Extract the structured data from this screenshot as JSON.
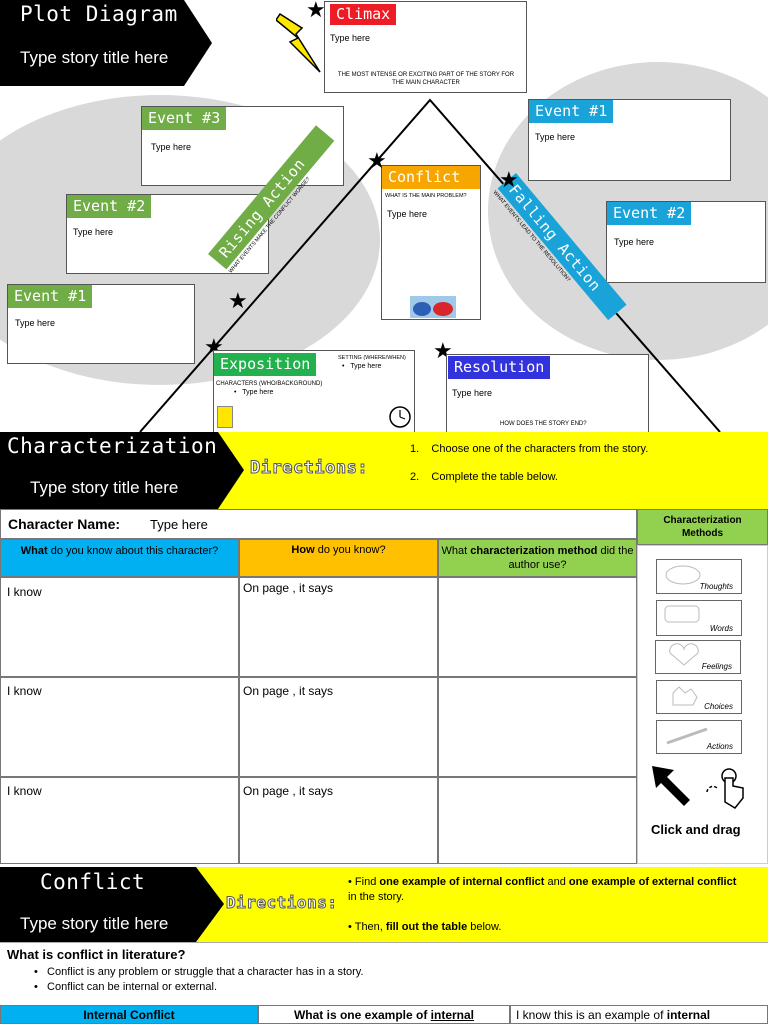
{
  "plot": {
    "title": "Plot Diagram",
    "story_title": "Type story title here",
    "climax": {
      "label": "Climax",
      "text": "Type here",
      "desc": "THE MOST INTENSE OR EXCITING PART OF THE STORY FOR THE MAIN CHARACTER"
    },
    "conflict": {
      "label": "Conflict",
      "desc": "WHAT IS THE MAIN PROBLEM?",
      "text": "Type here"
    },
    "rising_action": {
      "label": "Rising Action",
      "desc": "WHAT EVENTS MAKE THE CONFLICT WORSE?"
    },
    "falling_action": {
      "label": "Falling Action",
      "desc": "WHAT EVENTS LEAD TO THE RESOLUTION?"
    },
    "rising_events": [
      {
        "label": "Event #3",
        "text": "Type here"
      },
      {
        "label": "Event #2",
        "text": "Type here"
      },
      {
        "label": "Event #1",
        "text": "Type here"
      }
    ],
    "falling_events": [
      {
        "label": "Event #1",
        "text": "Type here"
      },
      {
        "label": "Event #2",
        "text": "Type here"
      }
    ],
    "exposition": {
      "label": "Exposition",
      "setting": "SETTING (WHERE/WHEN)",
      "setting_value": "Type here",
      "characters": "CHARACTERS (WHO/BACKGROUND)",
      "characters_value": "Type here"
    },
    "resolution": {
      "label": "Resolution",
      "text": "Type here",
      "desc": "HOW DOES THE STORY END?"
    }
  },
  "characterization": {
    "title": "Characterization",
    "story_title": "Type story title here",
    "directions_label": "Directions:",
    "directions": [
      "Choose one of the characters from the story.",
      "Complete the table below."
    ],
    "character_name_label": "Character Name:",
    "character_name_value": "Type here",
    "columns": [
      {
        "bold": "What",
        "rest": " do you know about this character?"
      },
      {
        "bold": "How",
        "rest": " do you know?"
      },
      {
        "pre": "What ",
        "bold": "characterization method",
        "rest": " did the author use?"
      }
    ],
    "rows": [
      {
        "know": "I know",
        "page": "On page , it says"
      },
      {
        "know": "I know",
        "page": "On page , it says"
      },
      {
        "know": "I know",
        "page": "On page , it says"
      }
    ],
    "methods_title": "Characterization Methods",
    "methods": [
      "Thoughts",
      "Words",
      "Feelings",
      "Choices",
      "Actions"
    ],
    "click_drag": "Click and drag"
  },
  "conflict_section": {
    "title": "Conflict",
    "story_title": "Type story title here",
    "directions_label": "Directions:",
    "direction_1": {
      "a": "Find ",
      "b": "one example of internal conflict",
      "c": " and ",
      "d": "one example of external conflict",
      "e": " in the story."
    },
    "direction_2": {
      "a": "Then, ",
      "b": "fill out the table",
      "c": " below."
    },
    "question": "What is conflict in literature?",
    "bullets": [
      "Conflict is any problem or struggle that a character has in a story.",
      "Conflict can be internal or external."
    ],
    "table_headers": {
      "first": "Internal Conflict",
      "second_a": "What is one example of ",
      "second_b": "internal",
      "third_a": "I know this is an example of ",
      "third_b": "internal"
    }
  },
  "colors": {
    "climax": "#ee1c24",
    "conflict": "#f7a600",
    "rising": "#70ad47",
    "falling": "#1aa3d9",
    "exposition": "#22b14c",
    "resolution": "#3333dd",
    "yellow": "#ffff00",
    "blue_head": "#00b0f0",
    "orange_head": "#ffc000",
    "green_head": "#92d050"
  }
}
